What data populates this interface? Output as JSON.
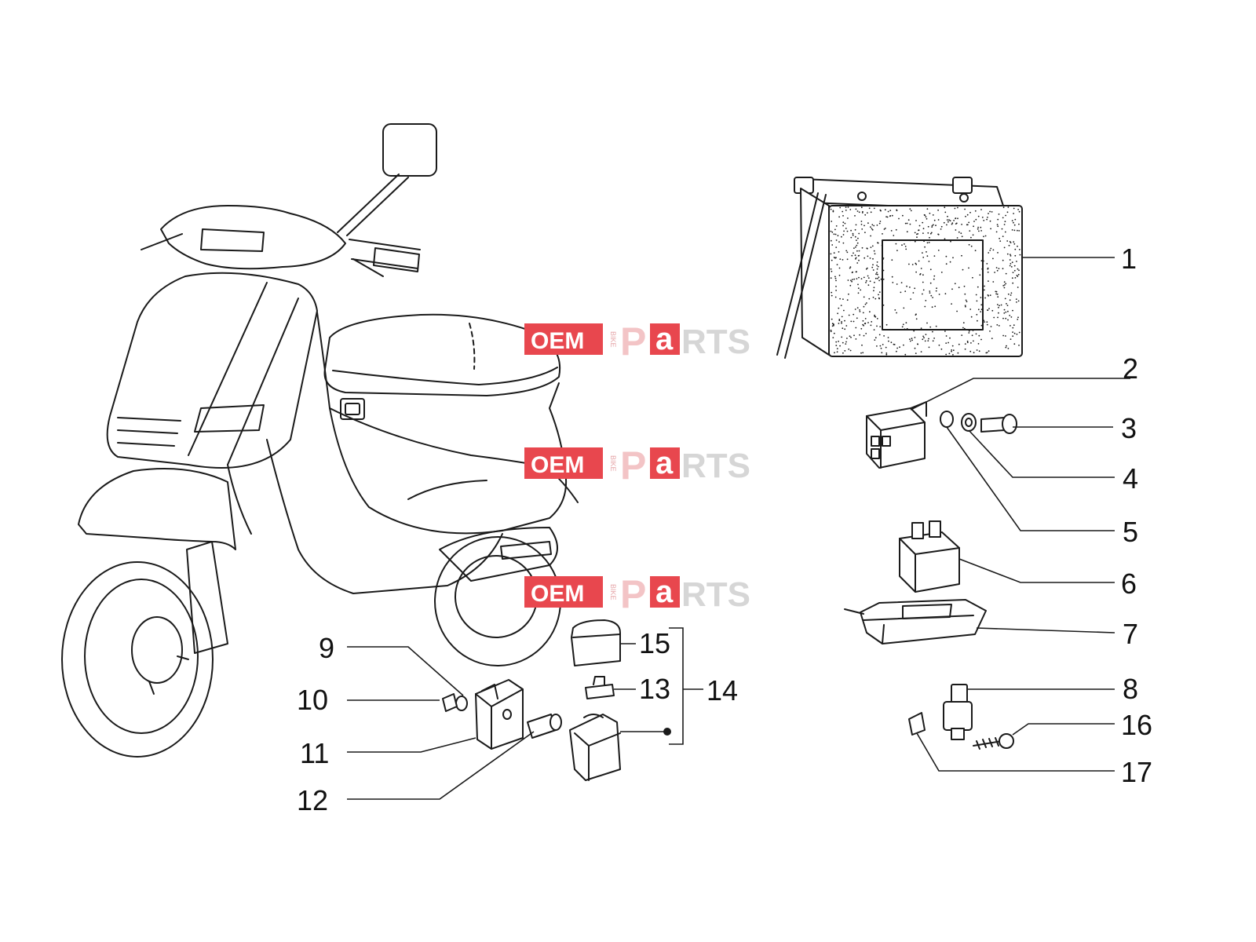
{
  "watermark": {
    "oem": "OEM",
    "bike": "BIKE",
    "p": "P",
    "a": "a",
    "rts": "RTS",
    "color_red": "#e8474e",
    "color_grey": "#c8c8c8"
  },
  "callouts": [
    "1",
    "2",
    "3",
    "4",
    "5",
    "6",
    "7",
    "8",
    "9",
    "10",
    "11",
    "12",
    "13",
    "14",
    "15",
    "16",
    "17"
  ],
  "parts": [
    {
      "ref": "1",
      "item": "battery"
    },
    {
      "ref": "2",
      "item": "relay-with-bracket"
    },
    {
      "ref": "3",
      "item": "screw"
    },
    {
      "ref": "4",
      "item": "washer"
    },
    {
      "ref": "5",
      "item": "washer"
    },
    {
      "ref": "6",
      "item": "relay"
    },
    {
      "ref": "7",
      "item": "voltage-regulator"
    },
    {
      "ref": "8",
      "item": "connector"
    },
    {
      "ref": "9",
      "item": "washer"
    },
    {
      "ref": "10",
      "item": "nut"
    },
    {
      "ref": "11",
      "item": "bracket"
    },
    {
      "ref": "12",
      "item": "screw"
    },
    {
      "ref": "13",
      "item": "fuse"
    },
    {
      "ref": "14",
      "item": "fuse-box-assembly"
    },
    {
      "ref": "15",
      "item": "fuse-box-cover"
    },
    {
      "ref": "16",
      "item": "screw"
    },
    {
      "ref": "17",
      "item": "clip"
    }
  ]
}
